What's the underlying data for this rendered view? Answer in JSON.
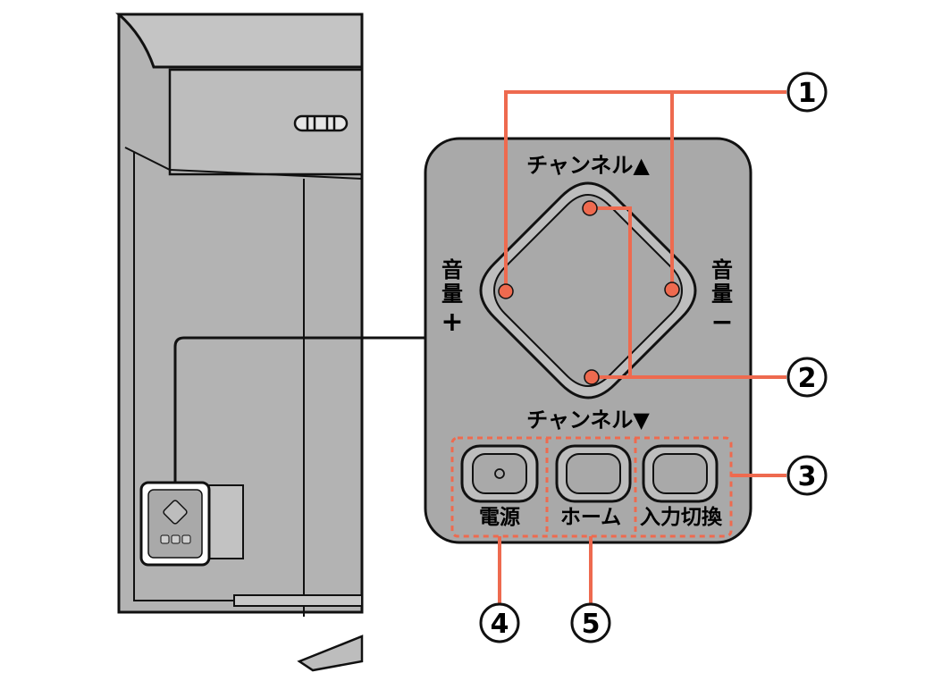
{
  "panel": {
    "channel_up": "チャンネル▲",
    "channel_down": "チャンネル▼",
    "volume_plus_kanji": [
      "音",
      "量"
    ],
    "volume_plus_sign": "+",
    "volume_minus_kanji": [
      "音",
      "量"
    ],
    "volume_minus_sign": "−",
    "buttons": {
      "power": "電源",
      "home": "ホーム",
      "input": "入力切換"
    }
  },
  "callouts": {
    "c1": "1",
    "c2": "2",
    "c3": "3",
    "c4": "4",
    "c5": "5"
  },
  "colors": {
    "panel": "#a9a9a9",
    "tv_body": "#b3b3b3",
    "callout_line": "#ee6a4f",
    "outline": "#111111"
  }
}
